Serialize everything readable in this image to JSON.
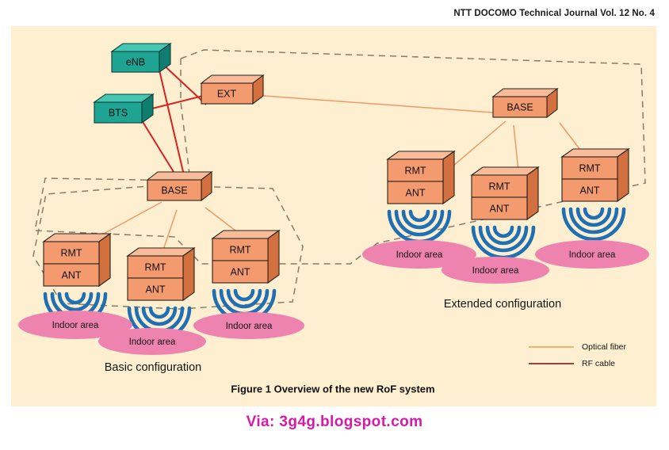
{
  "header": {
    "journal": "NTT DOCOMO Technical Journal Vol. 12 No. 4"
  },
  "figure": {
    "caption": "Figure 1  Overview of the new RoF system"
  },
  "footer": {
    "via": "Via: 3g4g.blogspot.com"
  },
  "colors": {
    "panel_background": "#fdefd0",
    "teal_box_face": "#1fa392",
    "teal_box_top": "#3fc0ae",
    "teal_box_side": "#0f7e70",
    "orange_box_face": "#f49a6f",
    "orange_box_top": "#f8bc9a",
    "orange_box_side": "#d3703f",
    "pink_ellipse": "#ee83b0",
    "wave_blue": "#1f6fb5",
    "optical_fiber": "#e5823f",
    "rf_cable": "#c3181b",
    "dashed_boundary": "#8a7a66",
    "via_text": "#d619a8"
  },
  "nodes": {
    "equipment": [
      {
        "id": "enb",
        "label": "eNB",
        "type": "teal"
      },
      {
        "id": "bts",
        "label": "BTS",
        "type": "teal"
      },
      {
        "id": "ext",
        "label": "EXT",
        "type": "orange"
      },
      {
        "id": "base_left",
        "label": "BASE",
        "type": "orange"
      },
      {
        "id": "base_right",
        "label": "BASE",
        "type": "orange"
      }
    ],
    "remote_units": [
      {
        "id": "rmt_l1",
        "top_label": "RMT",
        "bottom_label": "ANT"
      },
      {
        "id": "rmt_l2",
        "top_label": "RMT",
        "bottom_label": "ANT"
      },
      {
        "id": "rmt_l3",
        "top_label": "RMT",
        "bottom_label": "ANT"
      },
      {
        "id": "rmt_r1",
        "top_label": "RMT",
        "bottom_label": "ANT"
      },
      {
        "id": "rmt_r2",
        "top_label": "RMT",
        "bottom_label": "ANT"
      },
      {
        "id": "rmt_r3",
        "top_label": "RMT",
        "bottom_label": "ANT"
      }
    ]
  },
  "coverage_areas": {
    "basic": [
      {
        "id": "area_b1",
        "label": "Indoor area"
      },
      {
        "id": "area_b2",
        "label": "Indoor area"
      },
      {
        "id": "area_b3",
        "label": "Indoor area"
      }
    ],
    "extended": [
      {
        "id": "area_e1",
        "label": "Indoor area"
      },
      {
        "id": "area_e2",
        "label": "Indoor area"
      },
      {
        "id": "area_e3",
        "label": "Indoor area"
      }
    ]
  },
  "configurations": {
    "basic_label": "Basic configuration",
    "extended_label": "Extended configuration"
  },
  "legend": {
    "items": [
      {
        "id": "optical",
        "label": "Optical fiber",
        "color": "#e5823f"
      },
      {
        "id": "rf",
        "label": "RF cable",
        "color": "#8c2a20"
      }
    ]
  }
}
